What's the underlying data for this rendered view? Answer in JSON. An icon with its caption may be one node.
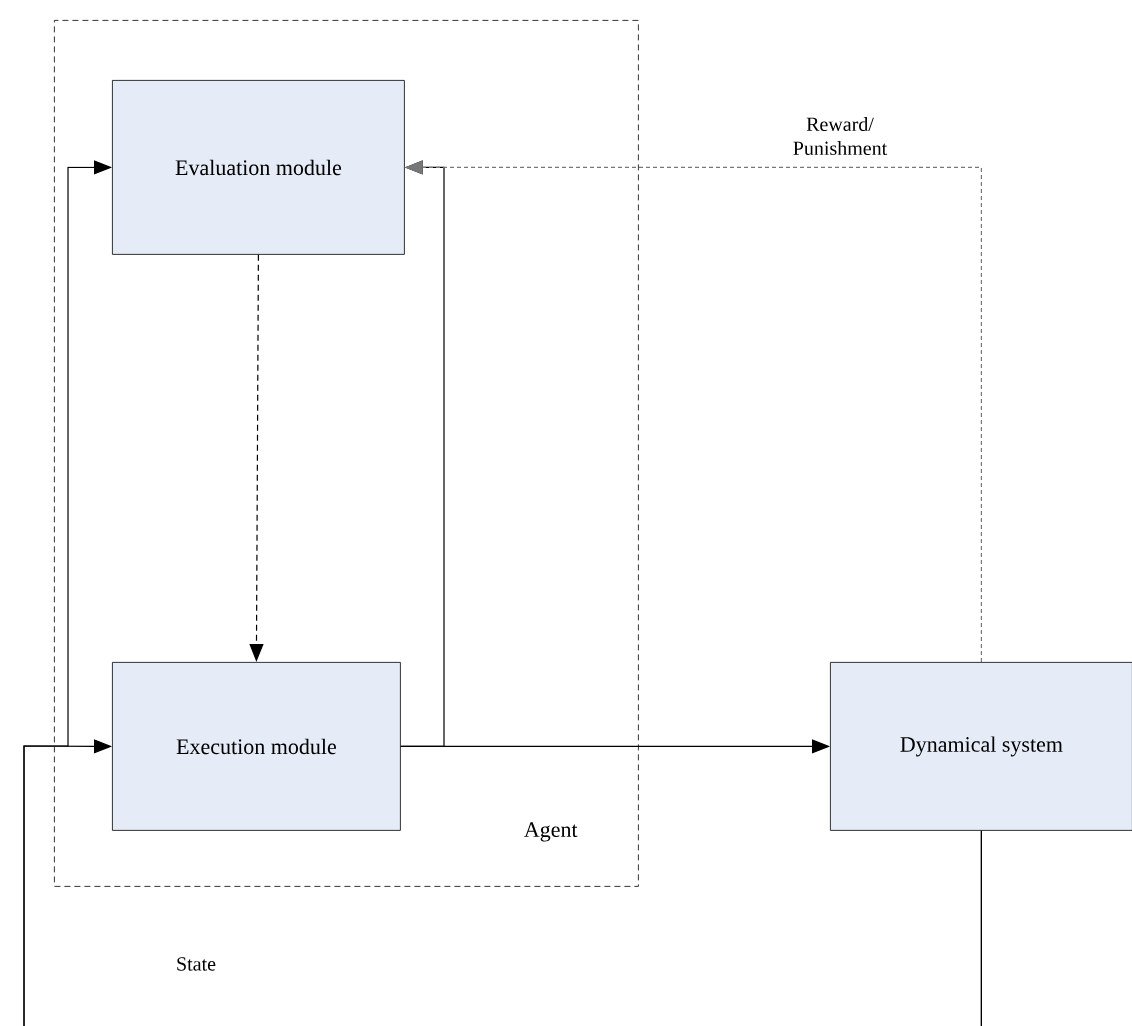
{
  "diagram": {
    "nodes": [
      {
        "text": [
          "Agent"
        ]
      },
      {
        "text": [
          "Evaluation module"
        ],
        "in": 0
      },
      {
        "text": [
          "Execution module"
        ],
        "in": 0
      },
      {
        "text": [
          "Dynamical system"
        ]
      }
    ],
    "edges": [
      {
        "from": 1,
        "to": 2,
        "arrow": "to",
        "style": "dashed"
      },
      {
        "from": 2,
        "to": 1,
        "arrow": "to"
      },
      {
        "from": 2,
        "to": 3,
        "arrow": "to"
      },
      {
        "from": 3,
        "to": 1,
        "arrow": "to",
        "label": "Reward/ Punishment",
        "style": "dashed",
        "color": "#777777"
      },
      {
        "from": 3,
        "to": 2,
        "arrow": "to"
      },
      {
        "from": 3,
        "to": 1,
        "arrow": "to"
      }
    ],
    "labels": [
      "State"
    ]
  }
}
